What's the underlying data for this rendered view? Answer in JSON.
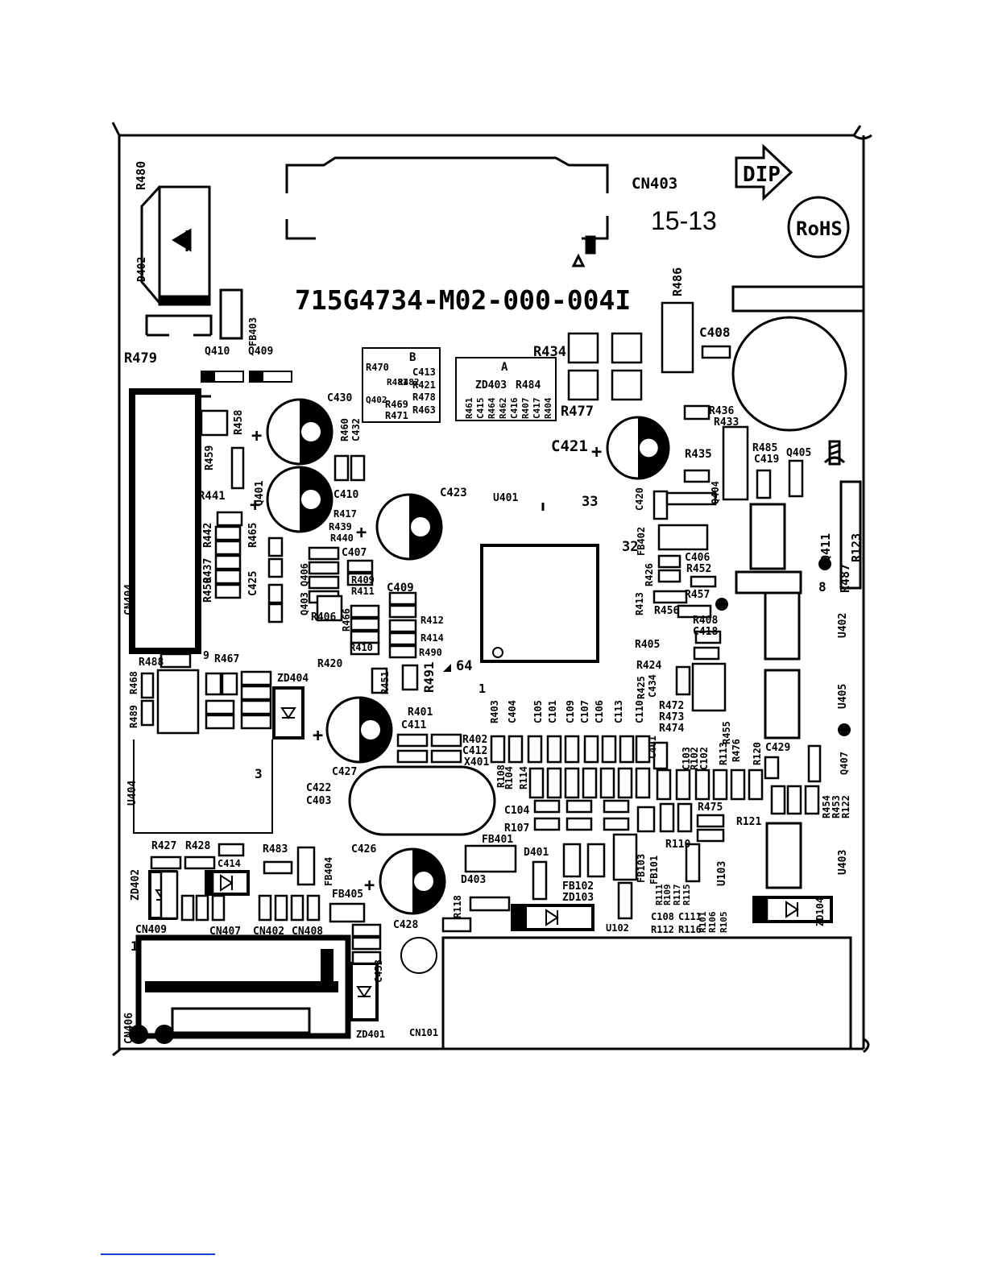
{
  "board": {
    "part_number": "715G4734-M02-000-004I",
    "code": "15-13",
    "dip_marker": "DIP",
    "rohs_marker": "RoHS",
    "main_ic": "U401",
    "ic_pins": [
      "33",
      "32",
      "64",
      "1"
    ],
    "block_a_title": "A",
    "block_b_title": "B",
    "block_a_labels": [
      "ZD403",
      "R484",
      "R461",
      "C415",
      "R464",
      "R462",
      "C416",
      "R407",
      "C417",
      "R404"
    ],
    "block_b_labels": [
      "R470",
      "R481",
      "R482",
      "C413",
      "R421",
      "R478",
      "R463",
      "Q402",
      "R469",
      "R471"
    ],
    "pin_numbers": [
      "1",
      "3",
      "8",
      "9"
    ]
  },
  "colors": {
    "ink": "#000000",
    "paper": "#ffffff",
    "footer_line": "#1a3fd6"
  },
  "components": [
    {
      "id": "R480",
      "v": true
    },
    {
      "id": "D402",
      "v": true
    },
    {
      "id": "FB403",
      "v": true
    },
    {
      "id": "R479"
    },
    {
      "id": "Q410"
    },
    {
      "id": "Q409"
    },
    {
      "id": "CN403"
    },
    {
      "id": "R486",
      "v": true
    },
    {
      "id": "C408"
    },
    {
      "id": "R434"
    },
    {
      "id": "R477"
    },
    {
      "id": "R436"
    },
    {
      "id": "R433"
    },
    {
      "id": "C430"
    },
    {
      "id": "R458",
      "v": true
    },
    {
      "id": "R460",
      "v": true
    },
    {
      "id": "C432",
      "v": true
    },
    {
      "id": "R459",
      "v": true
    },
    {
      "id": "Q401",
      "v": true
    },
    {
      "id": "C410"
    },
    {
      "id": "C421"
    },
    {
      "id": "R485"
    },
    {
      "id": "C419"
    },
    {
      "id": "Q405"
    },
    {
      "id": "R435"
    },
    {
      "id": "Q404",
      "v": true
    },
    {
      "id": "R441"
    },
    {
      "id": "C423"
    },
    {
      "id": "C420",
      "v": true
    },
    {
      "id": "R417"
    },
    {
      "id": "R439"
    },
    {
      "id": "R440"
    },
    {
      "id": "R442",
      "v": true
    },
    {
      "id": "R437",
      "v": true
    },
    {
      "id": "R465",
      "v": true
    },
    {
      "id": "C407"
    },
    {
      "id": "Q406",
      "v": true
    },
    {
      "id": "FB402",
      "v": true
    },
    {
      "id": "C406"
    },
    {
      "id": "R452"
    },
    {
      "id": "Q411",
      "v": true
    },
    {
      "id": "R487",
      "v": true
    },
    {
      "id": "R123",
      "v": true
    },
    {
      "id": "R426",
      "v": true
    },
    {
      "id": "R450",
      "v": true
    },
    {
      "id": "C425",
      "v": true
    },
    {
      "id": "R409"
    },
    {
      "id": "R411"
    },
    {
      "id": "C409"
    },
    {
      "id": "R413",
      "v": true
    },
    {
      "id": "R457"
    },
    {
      "id": "CN404",
      "v": true
    },
    {
      "id": "Q403",
      "v": true
    },
    {
      "id": "R406"
    },
    {
      "id": "R466",
      "v": true
    },
    {
      "id": "R412"
    },
    {
      "id": "R456"
    },
    {
      "id": "R408"
    },
    {
      "id": "C418"
    },
    {
      "id": "U402",
      "v": true
    },
    {
      "id": "R414"
    },
    {
      "id": "R490"
    },
    {
      "id": "R405"
    },
    {
      "id": "R410"
    },
    {
      "id": "R420"
    },
    {
      "id": "R488"
    },
    {
      "id": "R467"
    },
    {
      "id": "R451",
      "v": true
    },
    {
      "id": "R491",
      "v": true
    },
    {
      "id": "R424"
    },
    {
      "id": "R425",
      "v": true
    },
    {
      "id": "C434",
      "v": true
    },
    {
      "id": "R468",
      "v": true
    },
    {
      "id": "ZD404"
    },
    {
      "id": "R472"
    },
    {
      "id": "R473"
    },
    {
      "id": "U405",
      "v": true
    },
    {
      "id": "R401"
    },
    {
      "id": "R403",
      "v": true
    },
    {
      "id": "C404",
      "v": true
    },
    {
      "id": "C105",
      "v": true
    },
    {
      "id": "C101",
      "v": true
    },
    {
      "id": "C109",
      "v": true
    },
    {
      "id": "C107",
      "v": true
    },
    {
      "id": "C106",
      "v": true
    },
    {
      "id": "C113",
      "v": true
    },
    {
      "id": "C110",
      "v": true
    },
    {
      "id": "R474"
    },
    {
      "id": "R455",
      "v": true
    },
    {
      "id": "R489",
      "v": true
    },
    {
      "id": "C411"
    },
    {
      "id": "R402"
    },
    {
      "id": "C412"
    },
    {
      "id": "X401"
    },
    {
      "id": "C401",
      "v": true
    },
    {
      "id": "C103",
      "v": true
    },
    {
      "id": "R102",
      "v": true
    },
    {
      "id": "C102",
      "v": true
    },
    {
      "id": "R104",
      "v": true
    },
    {
      "id": "R113",
      "v": true
    },
    {
      "id": "R476",
      "v": true
    },
    {
      "id": "R120",
      "v": true
    },
    {
      "id": "C429"
    },
    {
      "id": "Q407",
      "v": true
    },
    {
      "id": "U404",
      "v": true
    },
    {
      "id": "C427"
    },
    {
      "id": "R108",
      "v": true
    },
    {
      "id": "R114",
      "v": true
    },
    {
      "id": "C422"
    },
    {
      "id": "C403"
    },
    {
      "id": "C104"
    },
    {
      "id": "R475"
    },
    {
      "id": "R454",
      "v": true
    },
    {
      "id": "R453",
      "v": true
    },
    {
      "id": "R122",
      "v": true
    },
    {
      "id": "R121"
    },
    {
      "id": "R107"
    },
    {
      "id": "R110"
    },
    {
      "id": "R427"
    },
    {
      "id": "R428"
    },
    {
      "id": "R483"
    },
    {
      "id": "C426"
    },
    {
      "id": "FB401"
    },
    {
      "id": "D401"
    },
    {
      "id": "C414"
    },
    {
      "id": "FB404",
      "v": true
    },
    {
      "id": "D403"
    },
    {
      "id": "FB103",
      "v": true
    },
    {
      "id": "FB101",
      "v": true
    },
    {
      "id": "U103",
      "v": true
    },
    {
      "id": "U403",
      "v": true
    },
    {
      "id": "ZD402",
      "v": true
    },
    {
      "id": "FB405"
    },
    {
      "id": "FB102"
    },
    {
      "id": "ZD103"
    },
    {
      "id": "R111",
      "v": true
    },
    {
      "id": "R109",
      "v": true
    },
    {
      "id": "R117",
      "v": true
    },
    {
      "id": "R115",
      "v": true
    },
    {
      "id": "R118",
      "v": true
    },
    {
      "id": "C108"
    },
    {
      "id": "C111"
    },
    {
      "id": "R101",
      "v": true
    },
    {
      "id": "R106",
      "v": true
    },
    {
      "id": "R105",
      "v": true
    },
    {
      "id": "R112"
    },
    {
      "id": "R116"
    },
    {
      "id": "ZD104",
      "v": true
    },
    {
      "id": "CN409"
    },
    {
      "id": "CN407"
    },
    {
      "id": "CN402"
    },
    {
      "id": "CN408"
    },
    {
      "id": "C428"
    },
    {
      "id": "U102"
    },
    {
      "id": "C433",
      "v": true
    },
    {
      "id": "CN406",
      "v": true
    },
    {
      "id": "ZD401"
    },
    {
      "id": "CN101"
    }
  ]
}
